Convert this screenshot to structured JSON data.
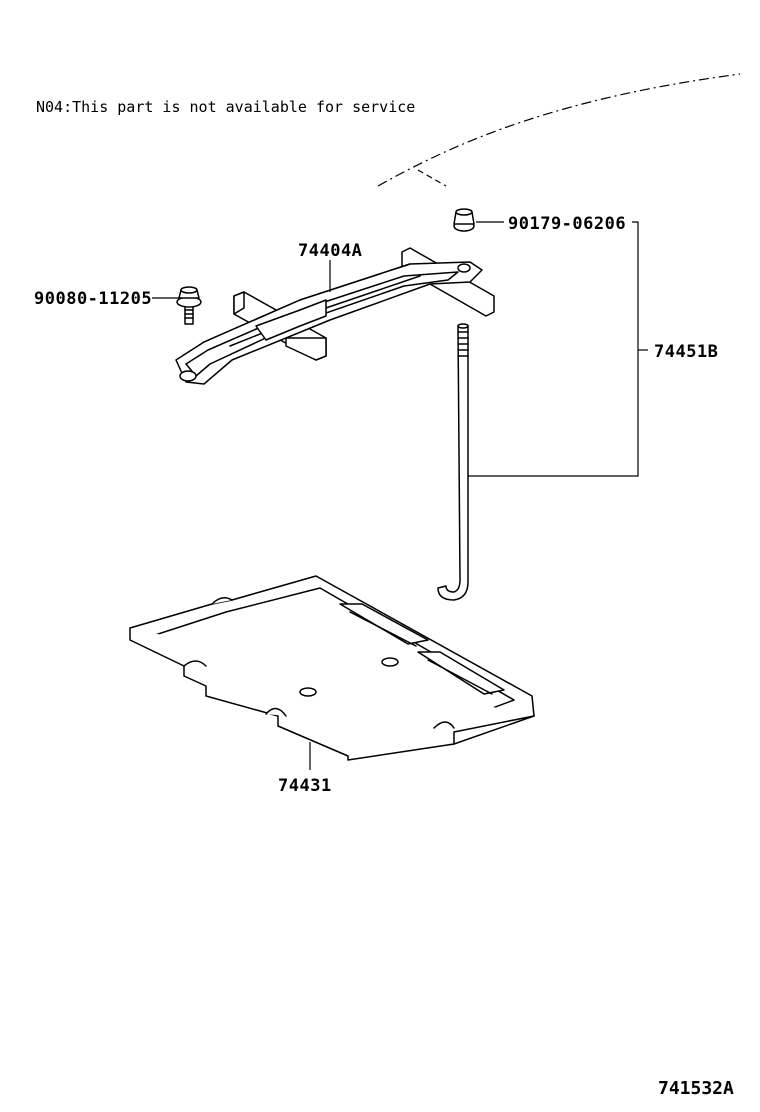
{
  "note": "N04:This part is not available for service",
  "labels": {
    "bolt_90080": "90080-11205",
    "clamp_74404a": "74404A",
    "nut_90179": "90179-06206",
    "assembly_74451b": "74451B",
    "tray_74431": "74431"
  },
  "diagram_id": "741532A"
}
